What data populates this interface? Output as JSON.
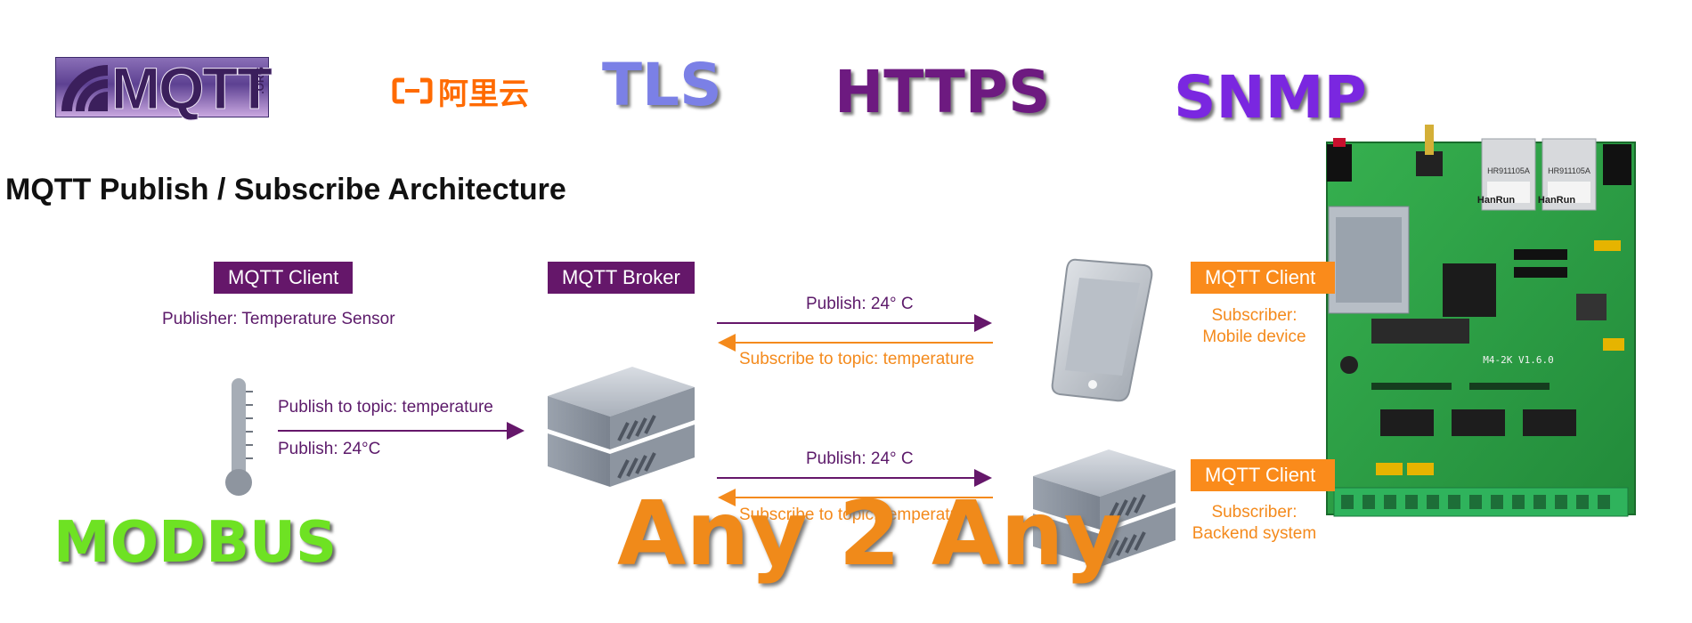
{
  "logos": {
    "mqtt": "MQTT",
    "mqtt_org": ".ORG",
    "aliyun": "阿里云"
  },
  "protocols": {
    "tls": "TLS",
    "https": "HTTPS",
    "snmp": "SNMP",
    "modbus": "MODBUS"
  },
  "tagline": "Any 2 Any",
  "diagram": {
    "title": "MQTT Publish / Subscribe Architecture",
    "client_label": "MQTT Client",
    "publisher_text": "Publisher: Temperature Sensor",
    "publish_topic": "Publish to topic: temperature",
    "publish_value": "Publish: 24°C",
    "broker_label": "MQTT Broker",
    "publish_1": "Publish: 24° C",
    "subscribe_1": "Subscribe to topic: temperature",
    "publish_2": "Publish: 24° C",
    "subscribe_2": "Subscribe to topic: temperature",
    "subscriber_client_1": "MQTT Client",
    "subscriber_1_role": "Subscriber:",
    "subscriber_1_device": "Mobile device",
    "subscriber_client_2": "MQTT Client",
    "subscriber_2_role": "Subscriber:",
    "subscriber_2_device": "Backend system"
  },
  "board": {
    "model": "M4-2K  V1.6.0",
    "jack_brand_1": "HanRun",
    "jack_brand_2": "HanRun",
    "jack_part_1": "HR911105A",
    "jack_part_2": "HR911105A"
  },
  "colors": {
    "purple": "#65176a",
    "orange": "#fa8b1b",
    "board_green": "#2fa34a"
  }
}
